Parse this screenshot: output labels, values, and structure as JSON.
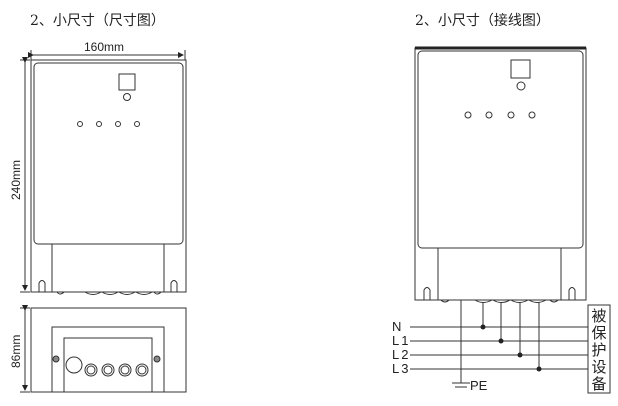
{
  "left_panel": {
    "title": "2、小尺寸（尺寸图）",
    "width_dimension": "160mm",
    "height_dimension": "240mm",
    "depth_dimension": "86mm",
    "indicator_leds": 4
  },
  "right_panel": {
    "title": "2、小尺寸（接线图）",
    "indicator_leds": 4,
    "wires": [
      {
        "label": "N"
      },
      {
        "label": "L1"
      },
      {
        "label": "L2"
      },
      {
        "label": "L3"
      }
    ],
    "ground_label": "PE",
    "device_label": [
      "被",
      "保",
      "护",
      "设",
      "备"
    ]
  }
}
